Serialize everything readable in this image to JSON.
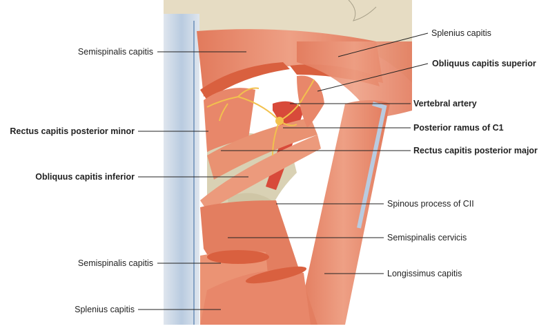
{
  "labels_left": [
    {
      "text": "Semispinalis capitis",
      "bold": false
    },
    {
      "text": "Rectus capitis posterior minor",
      "bold": true
    },
    {
      "text": "Obliquus capitis inferior",
      "bold": true
    },
    {
      "text": "Semispinalis capitis",
      "bold": false
    },
    {
      "text": "Splenius capitis",
      "bold": false
    }
  ],
  "labels_right": [
    {
      "text": "Splenius capitis",
      "bold": false
    },
    {
      "text": "Obliquus capitis superior",
      "bold": true
    },
    {
      "text": "Vertebral artery",
      "bold": true
    },
    {
      "text": "Posterior ramus of C1",
      "bold": true
    },
    {
      "text": "Rectus capitis posterior major",
      "bold": true
    },
    {
      "text": "Spinous process of CII",
      "bold": false
    },
    {
      "text": "Semispinalis cervicis",
      "bold": false
    },
    {
      "text": "Longissimus capitis",
      "bold": false
    }
  ],
  "colors": {
    "muscle": "#e8876a",
    "muscle_dark": "#d9603f",
    "bone": "#e3dcc4",
    "fascia": "#c9d7e6",
    "nerve": "#f2c14e",
    "artery": "#d84a3a"
  }
}
